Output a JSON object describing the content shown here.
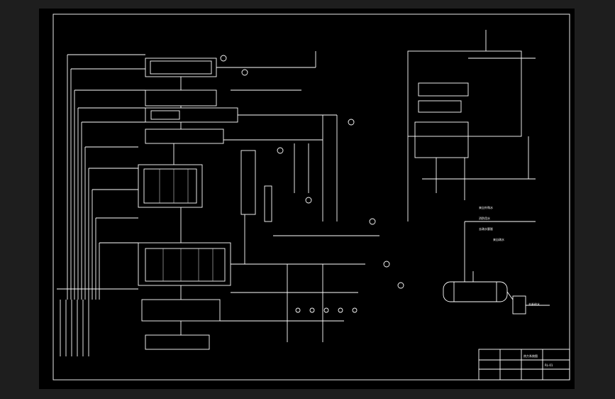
{
  "colors": {
    "background": "#1e1e1e",
    "sheet": "#000000",
    "lines": "#ffffff"
  },
  "right_unit": {
    "label_bought_water": "来自外购水",
    "label_fire_water": "消防用水",
    "label_dump_tank": "去疏水膨胀",
    "label_flash": "来自疏水",
    "label_to_makeup": "去补给水"
  },
  "title_block": {
    "title": "热力系统图",
    "drawing_no": "RL-01"
  }
}
